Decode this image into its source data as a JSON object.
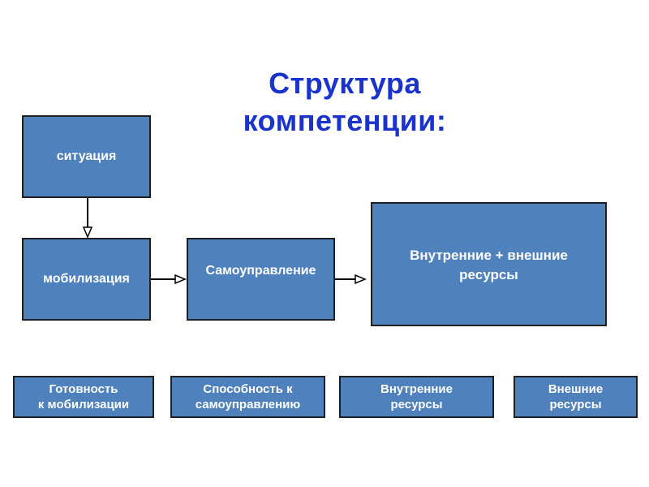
{
  "title": {
    "line1": "Структура",
    "line2": "компетенции:"
  },
  "boxes": {
    "situation": "ситуация",
    "mobilization": "мобилизация",
    "self_management": "Самоуправление",
    "resources": "Внутренние + внешние ресурсы"
  },
  "bottom_boxes": [
    {
      "line1": "Готовность",
      "line2": "к мобилизации"
    },
    {
      "line1": "Способность к",
      "line2": "самоуправлению"
    },
    {
      "line1": "Внутренние",
      "line2": "ресурсы"
    },
    {
      "line1": "Внешние",
      "line2": "ресурсы"
    }
  ],
  "colors": {
    "title": "#1a33cc",
    "box_fill": "#4f81bd",
    "box_border": "#1f1f1f",
    "text_on_box": "#ffffff"
  }
}
